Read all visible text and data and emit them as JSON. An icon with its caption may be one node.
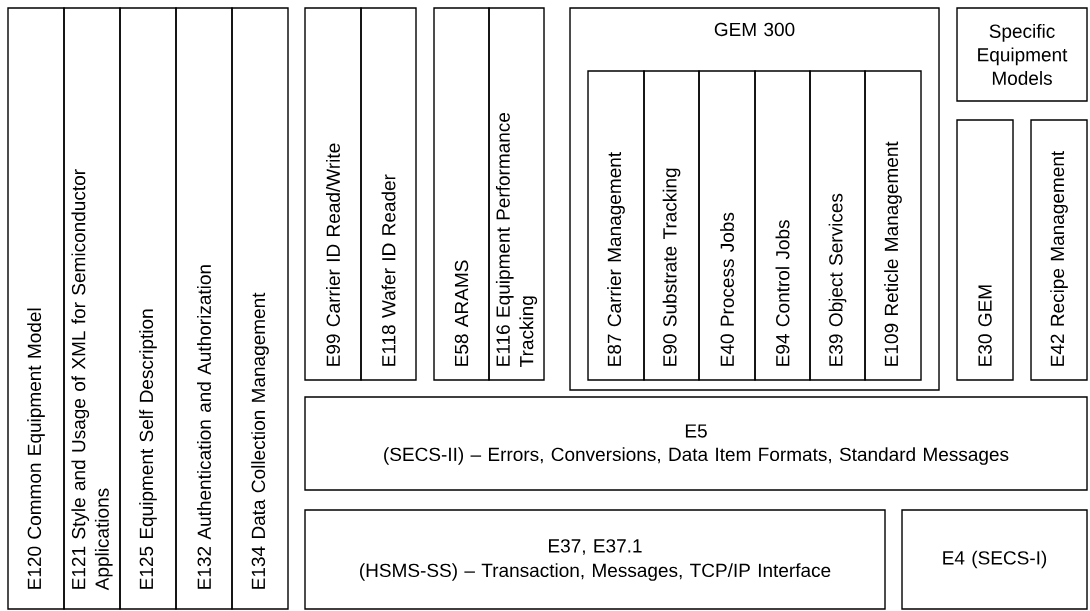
{
  "diagram": {
    "nodes": [
      {
        "text": [
          "E120 Common Equipment Model"
        ]
      },
      {
        "text": [
          "E121 Style and Usage of XML for Semiconductor Applications"
        ]
      },
      {
        "text": [
          "E125 Equipment Self Description"
        ]
      },
      {
        "text": [
          "E132 Authentication and Authorization"
        ]
      },
      {
        "text": [
          "E134 Data Collection Management"
        ]
      },
      {
        "text": [
          "E99 Carrier ID Read/Write"
        ]
      },
      {
        "text": [
          "E118 Wafer ID Reader"
        ]
      },
      {
        "text": [
          "E58 ARAMS"
        ]
      },
      {
        "text": [
          "E116 Equipment Performance Tracking"
        ]
      },
      {
        "text": [
          "GEM 300"
        ]
      },
      {
        "text": [
          "E87 Carrier Management"
        ],
        "in": 9
      },
      {
        "text": [
          "E90 Substrate Tracking"
        ],
        "in": 9
      },
      {
        "text": [
          "E40 Process Jobs"
        ],
        "in": 9
      },
      {
        "text": [
          "E94 Control Jobs"
        ],
        "in": 9
      },
      {
        "text": [
          "E39 Object Services"
        ],
        "in": 9
      },
      {
        "text": [
          "E109 Reticle Management"
        ],
        "in": 9
      },
      {
        "text": [
          "Specific Equipment Models"
        ]
      },
      {
        "text": [
          "E30 GEM"
        ]
      },
      {
        "text": [
          "E42 Recipe Management"
        ]
      },
      {
        "text": [
          "E5",
          "(SECS-II) – Errors, Conversions, Data Item Formats, Standard Messages"
        ]
      },
      {
        "text": [
          "E37, E37.1",
          "(HSMS-SS) – Transaction, Messages, TCP/IP Interface"
        ]
      },
      {
        "text": [
          "E4 (SECS-I)"
        ]
      }
    ]
  }
}
